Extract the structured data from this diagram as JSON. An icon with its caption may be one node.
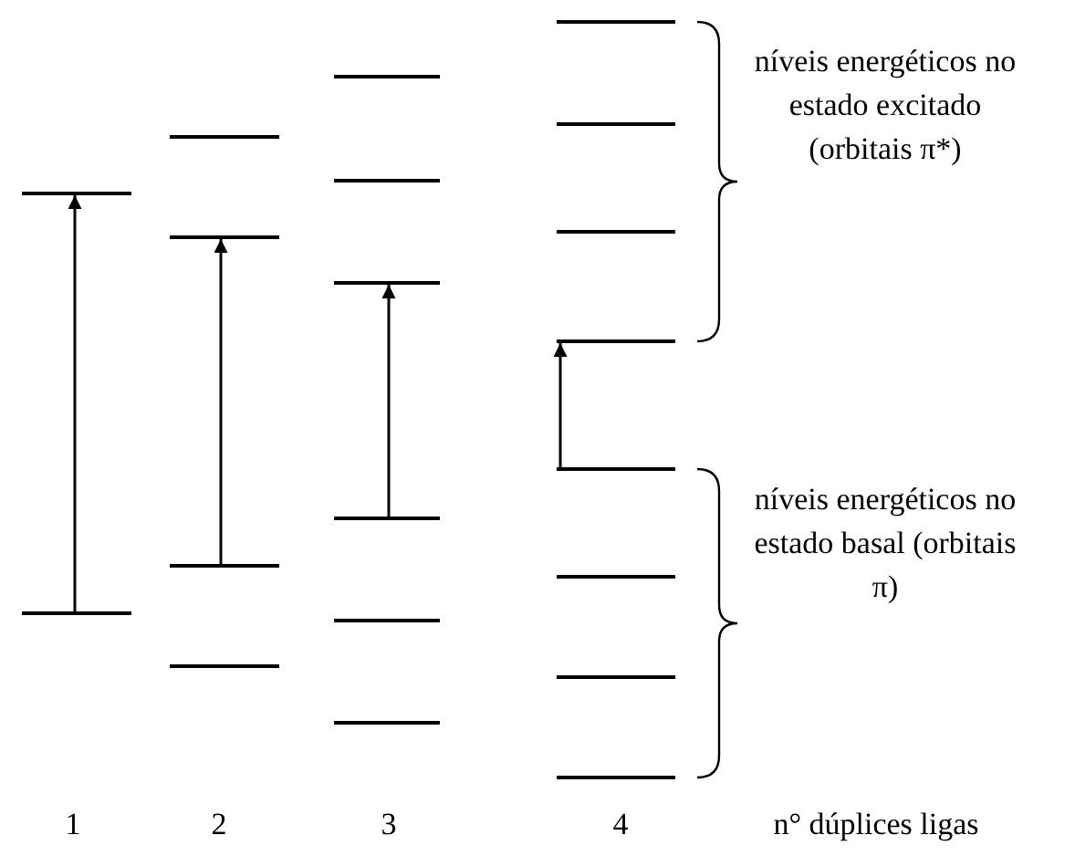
{
  "diagram": {
    "nodes": [
      {
        "text": [],
        "shape": "bar"
      },
      {
        "text": [],
        "shape": "bar"
      },
      {
        "text": [],
        "shape": "bar"
      },
      {
        "text": [],
        "shape": "bar"
      },
      {
        "text": [],
        "shape": "bar"
      },
      {
        "text": [],
        "shape": "bar"
      },
      {
        "text": [],
        "shape": "bar"
      },
      {
        "text": [],
        "shape": "bar"
      },
      {
        "text": [],
        "shape": "bar"
      },
      {
        "text": [],
        "shape": "bar"
      },
      {
        "text": [],
        "shape": "bar"
      },
      {
        "text": [],
        "shape": "bar"
      },
      {
        "text": [],
        "shape": "bar"
      },
      {
        "text": [],
        "shape": "bar"
      },
      {
        "text": [],
        "shape": "bar"
      },
      {
        "text": [],
        "shape": "bar"
      },
      {
        "text": [],
        "shape": "bar"
      },
      {
        "text": [],
        "shape": "bar"
      },
      {
        "text": [],
        "shape": "bar"
      },
      {
        "text": [],
        "shape": "bar"
      }
    ],
    "edges": [
      {
        "from": 1,
        "to": 0,
        "arrow": "to"
      },
      {
        "from": 4,
        "to": 3,
        "arrow": "to"
      },
      {
        "from": 9,
        "to": 8,
        "arrow": "to"
      },
      {
        "from": 16,
        "to": 15,
        "arrow": "to"
      }
    ],
    "labels": [
      "níveis energéticos no estado excitado (orbitais π*)",
      "níveis energéticos no estado basal (orbitais π)",
      "1",
      "2",
      "3",
      "4",
      "n° dúplices ligas"
    ]
  }
}
